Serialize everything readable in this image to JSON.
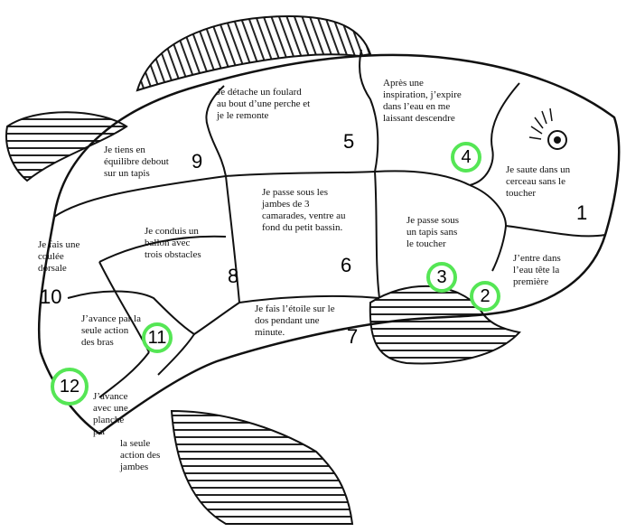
{
  "pieces": [
    {
      "number": "1",
      "text": "Je saute dans un\ncerceau sans le\ntoucher",
      "highlighted": false
    },
    {
      "number": "2",
      "text": "J’entre dans\nl’eau tête la\npremière",
      "highlighted": true
    },
    {
      "number": "3",
      "text": "Je passe sous\nun tapis sans\nle toucher",
      "highlighted": true
    },
    {
      "number": "4",
      "text": "Après une\ninspiration, j’expire\ndans l’eau en me\nlaissant descendre",
      "highlighted": true
    },
    {
      "number": "5",
      "text": "Je détache un foulard\nau bout d’une perche et\nje le remonte",
      "highlighted": false
    },
    {
      "number": "6",
      "text": "Je passe sous les\njambes de 3\ncamarades, ventre au\nfond du petit bassin.",
      "highlighted": false
    },
    {
      "number": "7",
      "text": "Je fais l’étoile sur le\ndos pendant une\nminute.",
      "highlighted": false
    },
    {
      "number": "8",
      "text": "Je conduis un\nballon avec\ntrois obstacles",
      "highlighted": false
    },
    {
      "number": "9",
      "text": "Je tiens en\néquilibre debout\nsur un tapis",
      "highlighted": false
    },
    {
      "number": "10",
      "text": "Je fais une\ncoulée\ndorsale",
      "highlighted": false
    },
    {
      "number": "11",
      "text": "J’avance par la\nseule action\ndes bras",
      "highlighted": true
    },
    {
      "number": "12",
      "text": "J’avance\navec une\nplanche\npar",
      "text_extra": "la seule\naction des\njambes",
      "highlighted": true
    }
  ],
  "colors": {
    "highlight_ring": "#55e655",
    "ink": "#111111"
  },
  "icons": {
    "eye": "fish-eye-icon",
    "fins": "striped-fin-icon"
  }
}
